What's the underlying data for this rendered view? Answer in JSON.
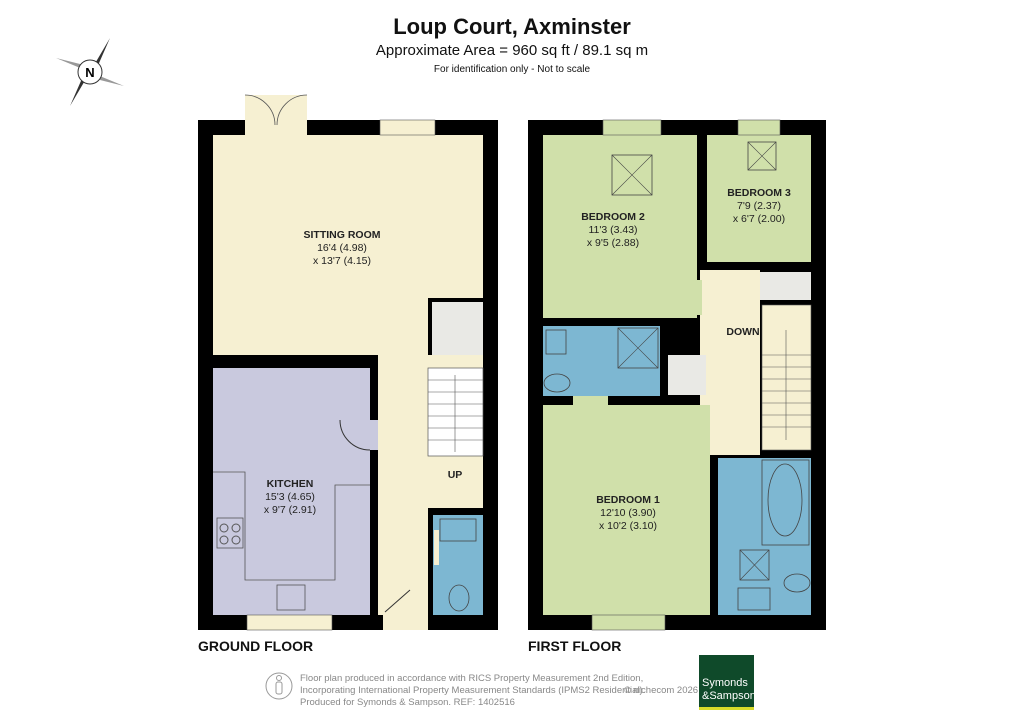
{
  "header": {
    "title": "Loup Court, Axminster",
    "area": "Approximate Area = 960 sq ft / 89.1 sq m",
    "note": "For identification only - Not to scale"
  },
  "compass": {
    "label": "N"
  },
  "ground_floor": {
    "label": "GROUND FLOOR",
    "rooms": [
      {
        "name": "SITTING ROOM",
        "dim1": "16'4 (4.98)",
        "dim2": "x 13'7 (4.15)"
      },
      {
        "name": "KITCHEN",
        "dim1": "15'3 (4.65)",
        "dim2": "x 9'7 (2.91)"
      }
    ],
    "stairs_label": "UP"
  },
  "first_floor": {
    "label": "FIRST FLOOR",
    "rooms": [
      {
        "name": "BEDROOM 2",
        "dim1": "11'3 (3.43)",
        "dim2": "x 9'5 (2.88)"
      },
      {
        "name": "BEDROOM 3",
        "dim1": "7'9 (2.37)",
        "dim2": "x 6'7 (2.00)"
      },
      {
        "name": "BEDROOM 1",
        "dim1": "12'10 (3.90)",
        "dim2": "x 10'2 (3.10)"
      }
    ],
    "stairs_label": "DOWN"
  },
  "colors": {
    "living": "#f6f0d2",
    "kitchen": "#c9c9de",
    "bedroom": "#d0e0aa",
    "bathroom": "#7db7d2",
    "cupboard": "#e9e9e5",
    "wall": "#000000",
    "logo": "#0f4a2a"
  },
  "footer": {
    "lines": [
      "Floor plan produced in accordance with RICS Property Measurement 2nd Edition,",
      "Incorporating International Property Measurement Standards (IPMS2 Residential).",
      "Produced for Symonds & Sampson.   REF:  1402516"
    ],
    "copyright": "© nichecom 2026.",
    "logo_line1": "Symonds",
    "logo_line2": "&Sampson"
  }
}
